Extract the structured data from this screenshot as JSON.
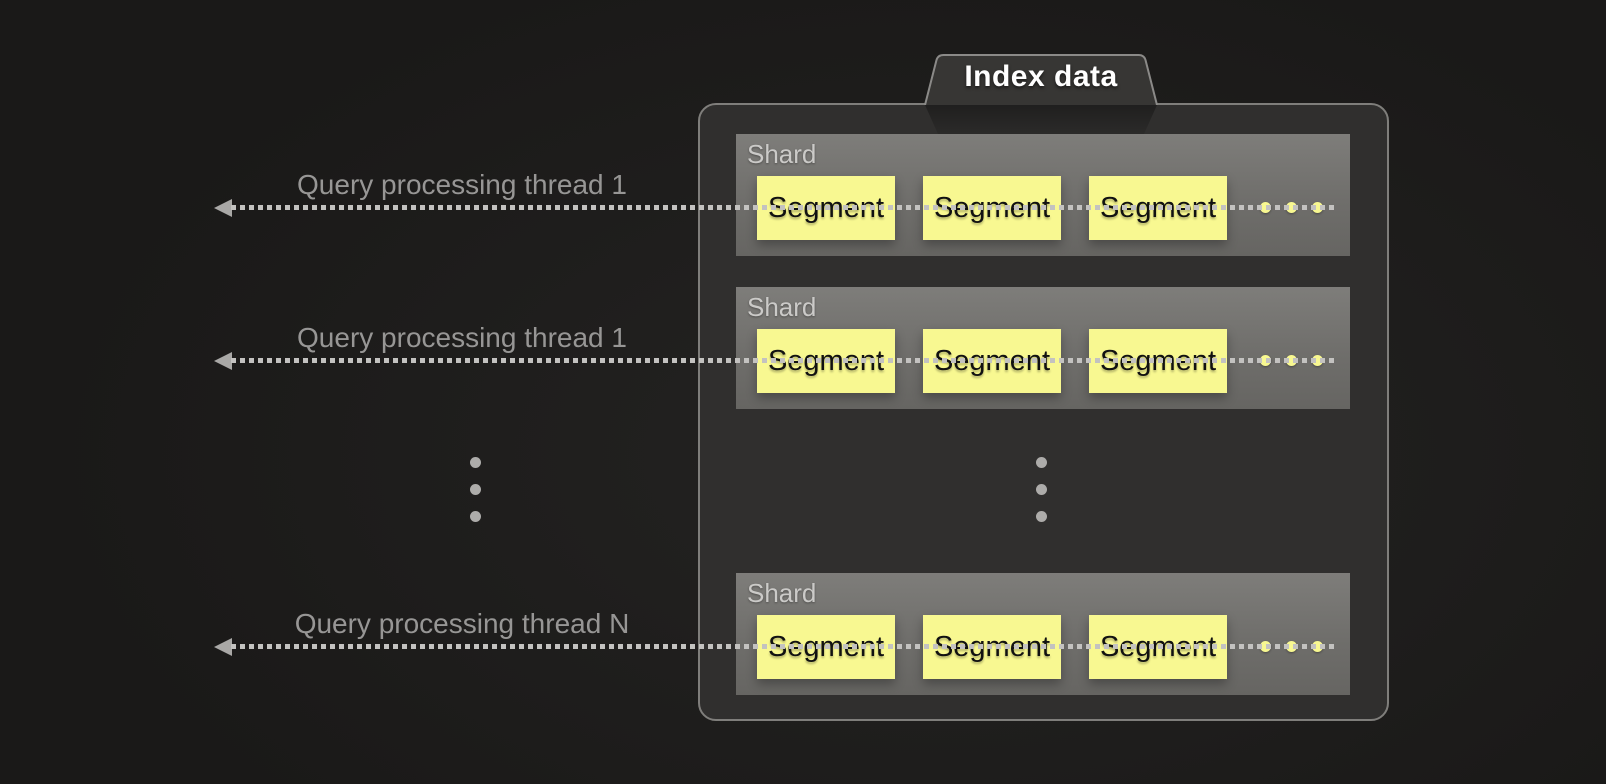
{
  "title": "Index data",
  "threads": [
    {
      "label": "Query processing thread 1"
    },
    {
      "label": "Query processing thread 1"
    },
    {
      "label": "Query processing thread N"
    }
  ],
  "shards": [
    {
      "label": "Shard",
      "segments": [
        "Segment",
        "Segment",
        "Segment"
      ]
    },
    {
      "label": "Shard",
      "segments": [
        "Segment",
        "Segment",
        "Segment"
      ]
    },
    {
      "label": "Shard",
      "segments": [
        "Segment",
        "Segment",
        "Segment"
      ]
    }
  ],
  "ellipsis": {
    "left_dot_count": 3,
    "index_dot_count": 3,
    "segment_trail_dot_count": 3
  },
  "colors": {
    "background": "#1a1918",
    "background_mid": "#242322",
    "container_fill": "#302f2e",
    "container_border": "#7f7e7b",
    "shard_fill_top": "#7e7d7a",
    "shard_fill_bottom": "#666562",
    "shard_label": "#cbcac8",
    "segment_fill": "#f8f891",
    "segment_text": "#111111",
    "thread_label": "#979695",
    "dotted_line": "#c3c2c0",
    "arrowhead": "#a9a8a6",
    "ellipsis_dot": "#adacaa"
  }
}
